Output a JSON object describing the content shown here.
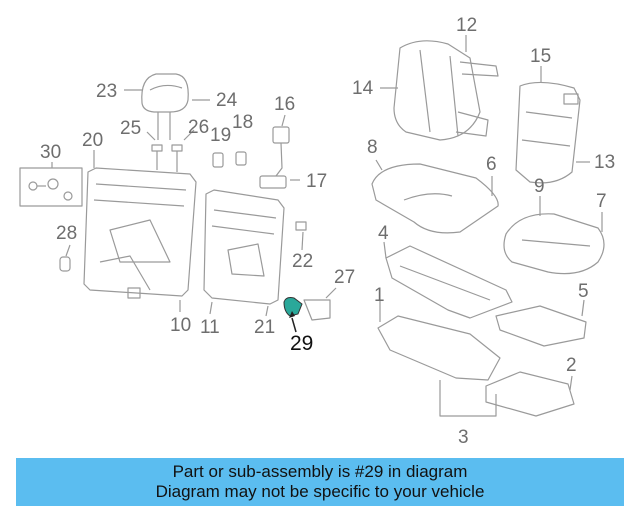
{
  "diagram": {
    "callouts": [
      {
        "id": "1",
        "text": "1"
      },
      {
        "id": "2",
        "text": "2"
      },
      {
        "id": "3",
        "text": "3"
      },
      {
        "id": "4",
        "text": "4"
      },
      {
        "id": "5",
        "text": "5"
      },
      {
        "id": "6",
        "text": "6"
      },
      {
        "id": "7",
        "text": "7"
      },
      {
        "id": "8",
        "text": "8"
      },
      {
        "id": "9",
        "text": "9"
      },
      {
        "id": "10",
        "text": "10"
      },
      {
        "id": "11",
        "text": "11"
      },
      {
        "id": "12",
        "text": "12"
      },
      {
        "id": "13",
        "text": "13"
      },
      {
        "id": "14",
        "text": "14"
      },
      {
        "id": "15",
        "text": "15"
      },
      {
        "id": "16",
        "text": "16"
      },
      {
        "id": "17",
        "text": "17"
      },
      {
        "id": "18",
        "text": "18"
      },
      {
        "id": "19",
        "text": "19"
      },
      {
        "id": "20",
        "text": "20"
      },
      {
        "id": "21",
        "text": "21"
      },
      {
        "id": "22",
        "text": "22"
      },
      {
        "id": "23",
        "text": "23"
      },
      {
        "id": "24",
        "text": "24"
      },
      {
        "id": "25",
        "text": "25"
      },
      {
        "id": "26",
        "text": "26"
      },
      {
        "id": "27",
        "text": "27"
      },
      {
        "id": "28",
        "text": "28"
      },
      {
        "id": "29",
        "text": "29"
      },
      {
        "id": "30",
        "text": "30"
      }
    ],
    "highlighted_part": "29",
    "line_color": "#9a9a9a",
    "highlight_color": "#2aa89a"
  },
  "banner": {
    "line1": "Part or sub-assembly is #29 in diagram",
    "line2": "Diagram may not be specific to your vehicle",
    "background": "#5bbdf0"
  }
}
